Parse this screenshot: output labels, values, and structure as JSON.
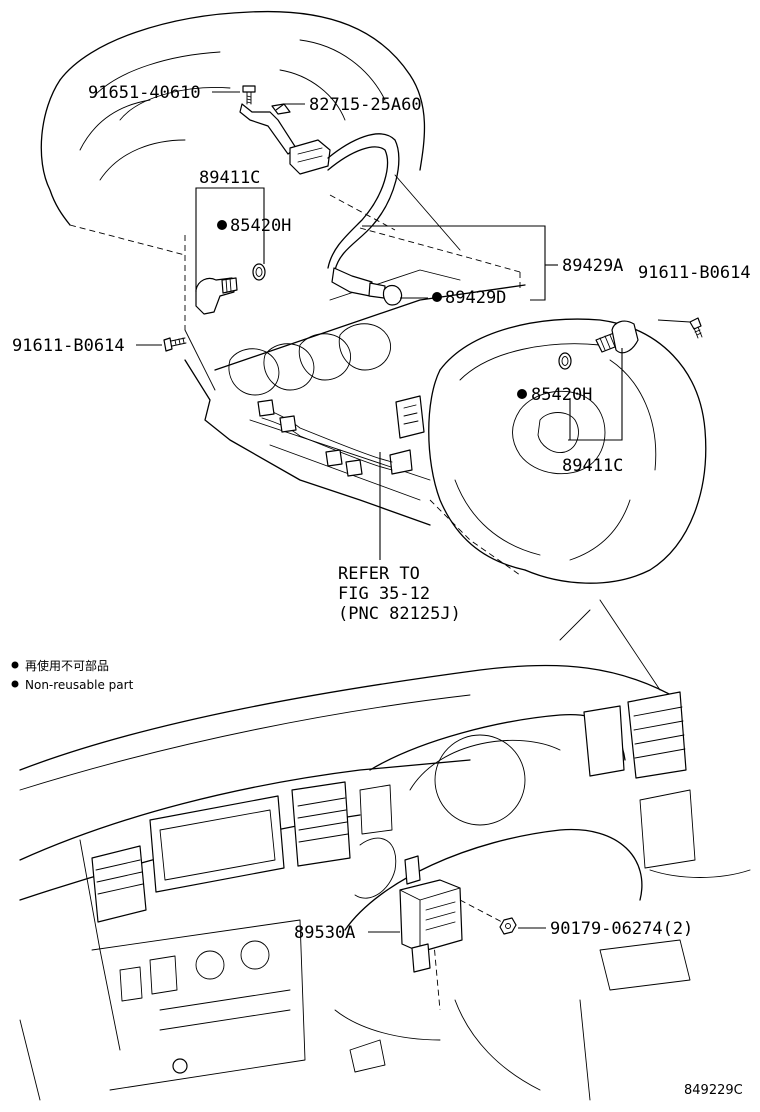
{
  "labels": {
    "bolt_top": "91651-40610",
    "clamp": "82715-25A60",
    "sensor_left": "89411C",
    "oring_left": "85420H",
    "harness": "89429A",
    "oring_harness": "89429D",
    "bolt_left": "91611-B0614",
    "bolt_right": "91611-B0614",
    "oring_right": "85420H",
    "sensor_right": "89411C",
    "refer_line1": "REFER TO",
    "refer_line2": "FIG 35-12",
    "refer_line3": "(PNC 82125J)",
    "ecu": "89530A",
    "nut": "90179-06274(2)"
  },
  "legend": {
    "japanese": "再使用不可部品",
    "english": "Non-reusable part"
  },
  "figure_code": "849229C"
}
